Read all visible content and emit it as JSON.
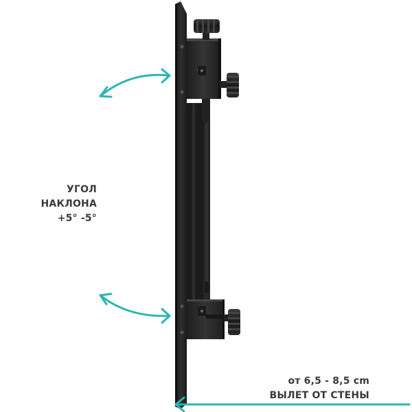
{
  "tilt": {
    "line1": "УГОЛ",
    "line2": "НАКЛОНА",
    "line3": "+5° -5°"
  },
  "offset": {
    "line1": "от 6,5 - 8,5 cm",
    "line2": "ВЫЛЕТ ОТ СТЕНЫ"
  },
  "colors": {
    "accent": "#2bb5b1",
    "metal": "#262626",
    "metal_dark": "#141414",
    "metal_light": "#3a3a3a",
    "text": "#3a3a3a",
    "background": "#ffffff"
  },
  "icons": {
    "tilt_arrow_top": "curved-double-arrow-icon",
    "tilt_arrow_bottom": "curved-double-arrow-icon",
    "offset_arrow": "arrow-left-icon"
  }
}
